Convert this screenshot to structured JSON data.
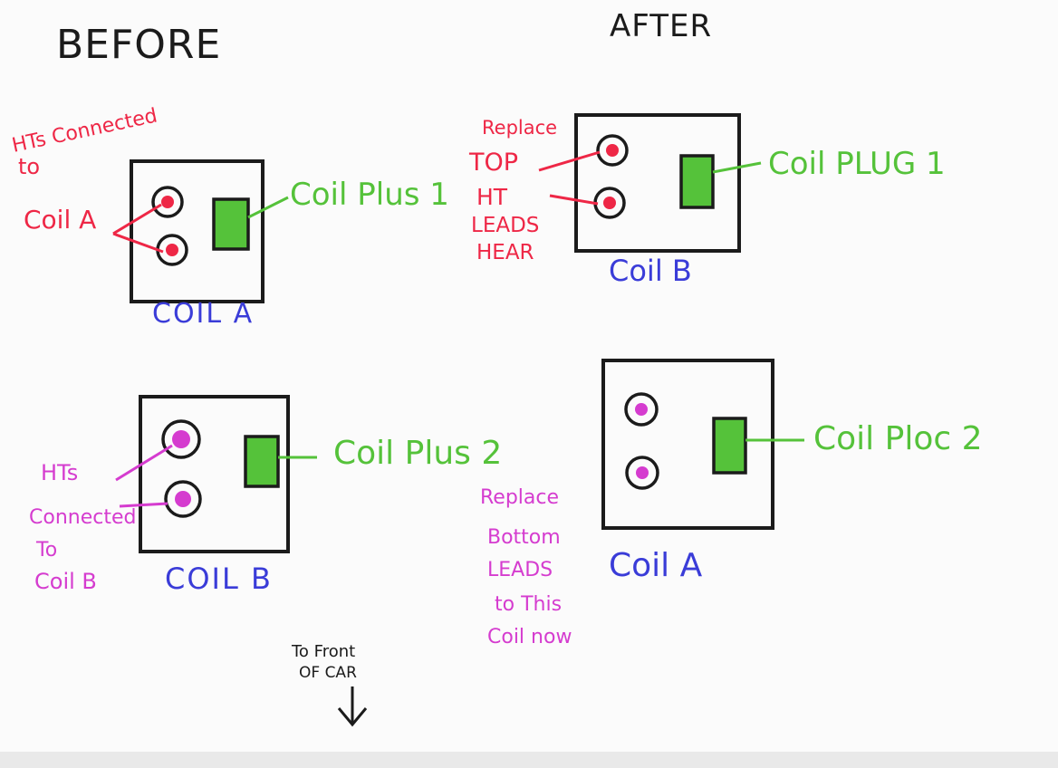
{
  "headings": {
    "before": "BEFORE",
    "after": "AFTER"
  },
  "colors": {
    "ink": "#1b1b1b",
    "red": "#ee2746",
    "green": "#55c23a",
    "blue": "#3a3cd8",
    "magenta": "#d53ccf"
  },
  "before": {
    "coil_a": {
      "label": "COIL A",
      "plug": "Coil Plus 1",
      "note": [
        "HTs Connected",
        "to",
        "Coil A"
      ]
    },
    "coil_b": {
      "label": "COIL B",
      "plug": "Coil Plus 2",
      "note": [
        "HTs",
        "Connected",
        "To",
        "Coil B"
      ]
    }
  },
  "after": {
    "coil_b": {
      "label": "Coil B",
      "plug": "Coil PLUG 1",
      "note": [
        "Replace",
        "TOP",
        "HT",
        "LEADS",
        "HEAR"
      ]
    },
    "coil_a": {
      "label": "Coil A",
      "plug": "Coil Ploc 2",
      "note": [
        "Replace",
        "Bottom",
        "LEADS",
        "to This",
        "Coil now"
      ]
    }
  },
  "direction": {
    "label": [
      "To Front",
      "OF CAR"
    ],
    "arrow": "down-arrow-icon"
  }
}
